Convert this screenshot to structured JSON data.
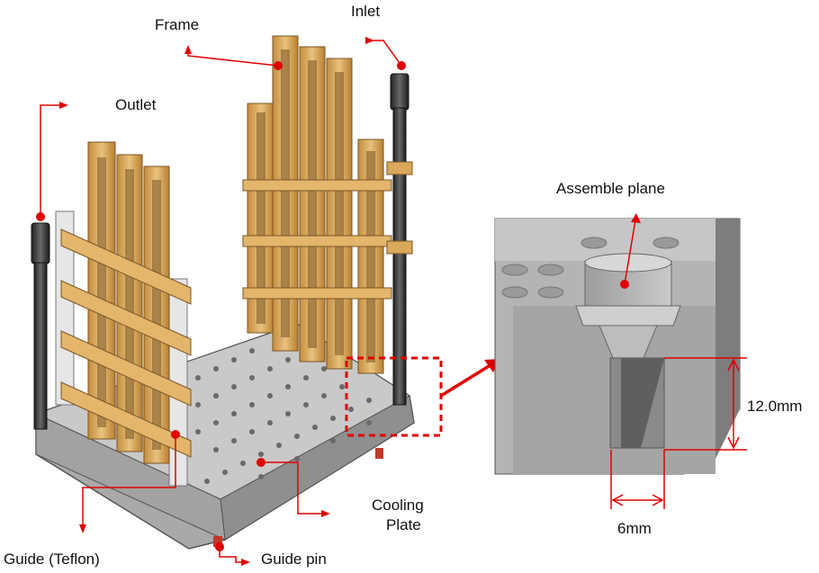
{
  "labels": {
    "frame": "Frame",
    "inlet": "Inlet",
    "outlet": "Outlet",
    "assemble_plane": "Assemble plane",
    "cooling_plate_line1": "Cooling",
    "cooling_plate_line2": "Plate",
    "guide_teflon": "Guide (Teflon)",
    "guide_pin": "Guide pin",
    "dimension_height": "12.0mm",
    "dimension_width": "6mm"
  },
  "colors": {
    "annotation_red": "#e00000",
    "frame_gold": "#d9a85a",
    "plate_gray": "#b8b8b8",
    "pipe_dark": "#3a3a3a"
  }
}
